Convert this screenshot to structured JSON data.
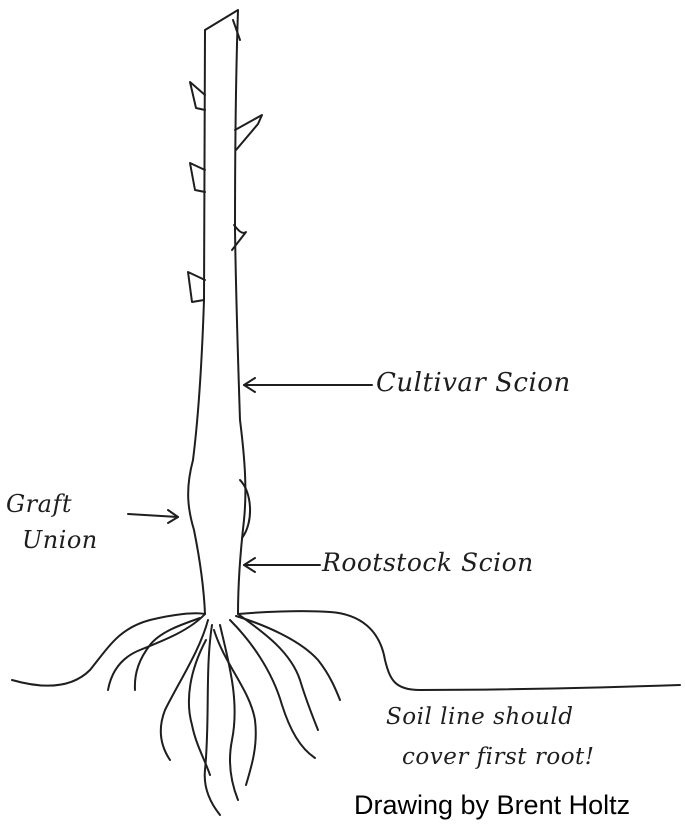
{
  "labels": {
    "cultivar_scion": "Cultivar Scion",
    "graft_union_line1": "Graft",
    "graft_union_line2": "Union",
    "rootstock_scion": "Rootstock Scion",
    "soil_note_line1": "Soil line should",
    "soil_note_line2": "cover first root!"
  },
  "credit": "Drawing by Brent Holtz",
  "colors": {
    "ink": "#1e1e1e",
    "paper": "#ffffff"
  }
}
